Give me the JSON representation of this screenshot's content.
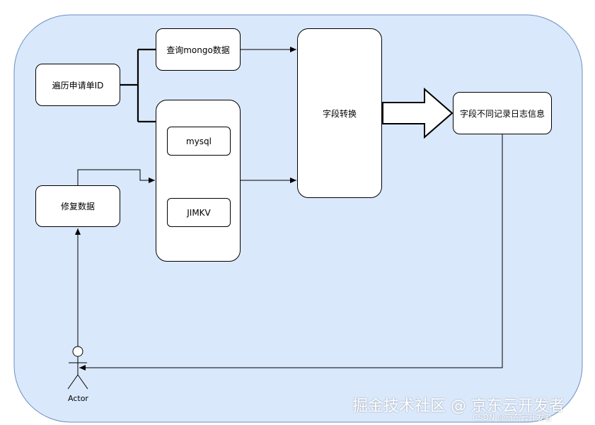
{
  "colors": {
    "background_panel": "#dae8fc",
    "panel_border": "#6c8ebf",
    "node_fill": "#ffffff",
    "stroke": "#000000",
    "watermark": "#ffffff"
  },
  "nodes": {
    "iterate_applications": "遍历申请单ID",
    "query_mongo": "查询mongo数据",
    "mysql": "mysql",
    "jimkv": "JIMKV",
    "repair_data": "修复数据",
    "field_conversion": "字段转换",
    "log_differences": "字段不同记录日志信息"
  },
  "actor": {
    "label": "Actor"
  },
  "watermark": {
    "main": "掘金技术社区 @ 京东云开发者",
    "small": "CSDN @京东云开发者"
  }
}
